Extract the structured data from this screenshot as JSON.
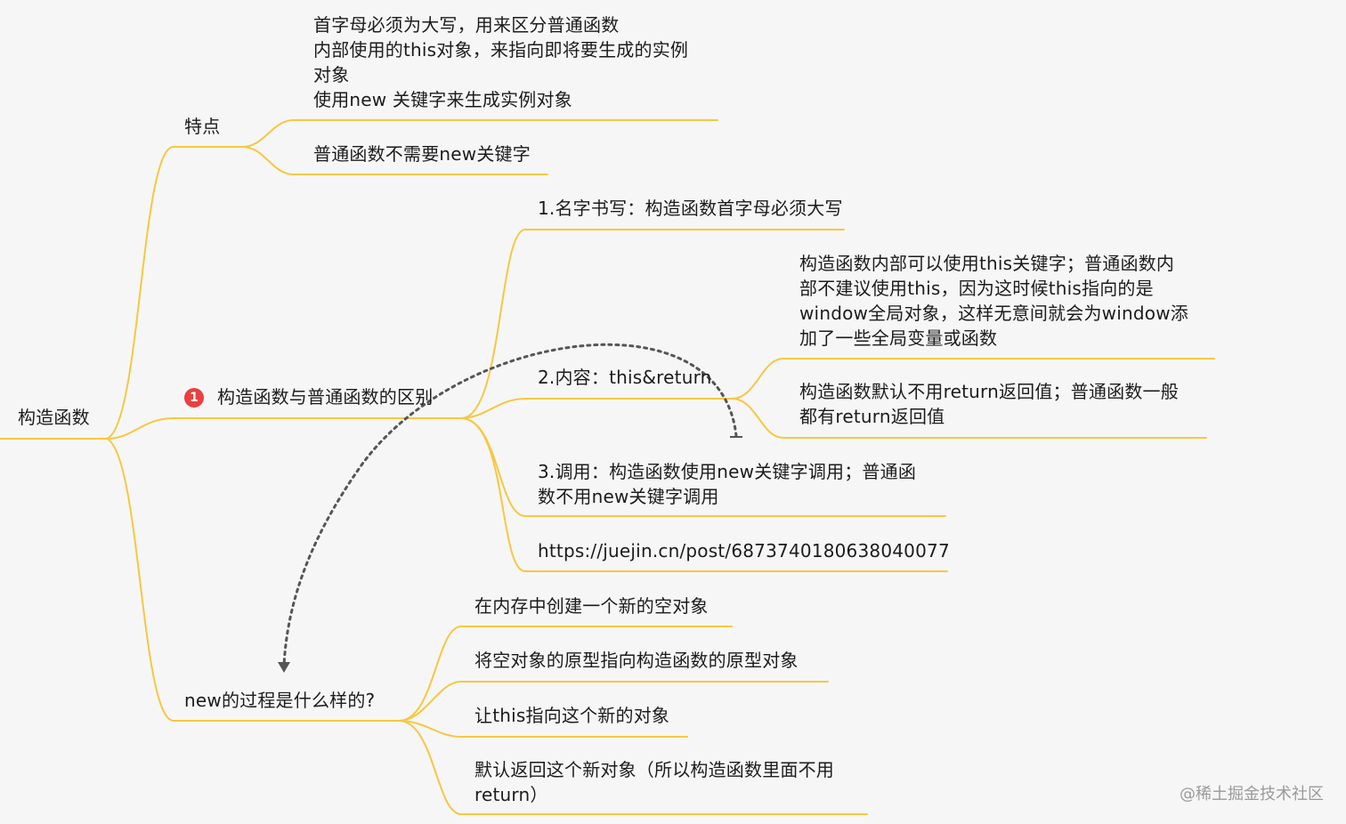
{
  "root": "构造函数",
  "features": {
    "label": "特点",
    "items": [
      [
        "首字母必须为大写，用来区分普通函数",
        "内部使用的this对象，来指向即将要生成的实例",
        "对象",
        "使用new 关键字来生成实例对象"
      ],
      [
        "普通函数不需要new关键字"
      ]
    ]
  },
  "difference": {
    "badge": "1",
    "label": "构造函数与普通函数的区别",
    "items": [
      {
        "label": "1.名字书写：构造函数首字母必须大写"
      },
      {
        "label": "2.内容：this&return",
        "children": [
          [
            "构造函数内部可以使用this关键字；普通函数内",
            "部不建议使用this，因为这时候this指向的是",
            "window全局对象，这样无意间就会为window添",
            "加了一些全局变量或函数"
          ],
          [
            "构造函数默认不用return返回值；普通函数一般",
            "都有return返回值"
          ]
        ]
      },
      {
        "label": [
          "3.调用：构造函数使用new关键字调用；普通函",
          "数不用new关键字调用"
        ]
      },
      {
        "label": "https://juejin.cn/post/6873740180638040077"
      }
    ]
  },
  "new_process": {
    "label": "new的过程是什么样的?",
    "items": [
      [
        "在内存中创建一个新的空对象"
      ],
      [
        "将空对象的原型指向构造函数的原型对象"
      ],
      [
        "让this指向这个新的对象"
      ],
      [
        "默认返回这个新对象（所以构造函数里面不用",
        "return）"
      ]
    ]
  },
  "watermark": "@稀土掘金技术社区",
  "colors": {
    "branch": "#f5c842",
    "arrow": "#555555",
    "badge": "#e94040"
  }
}
